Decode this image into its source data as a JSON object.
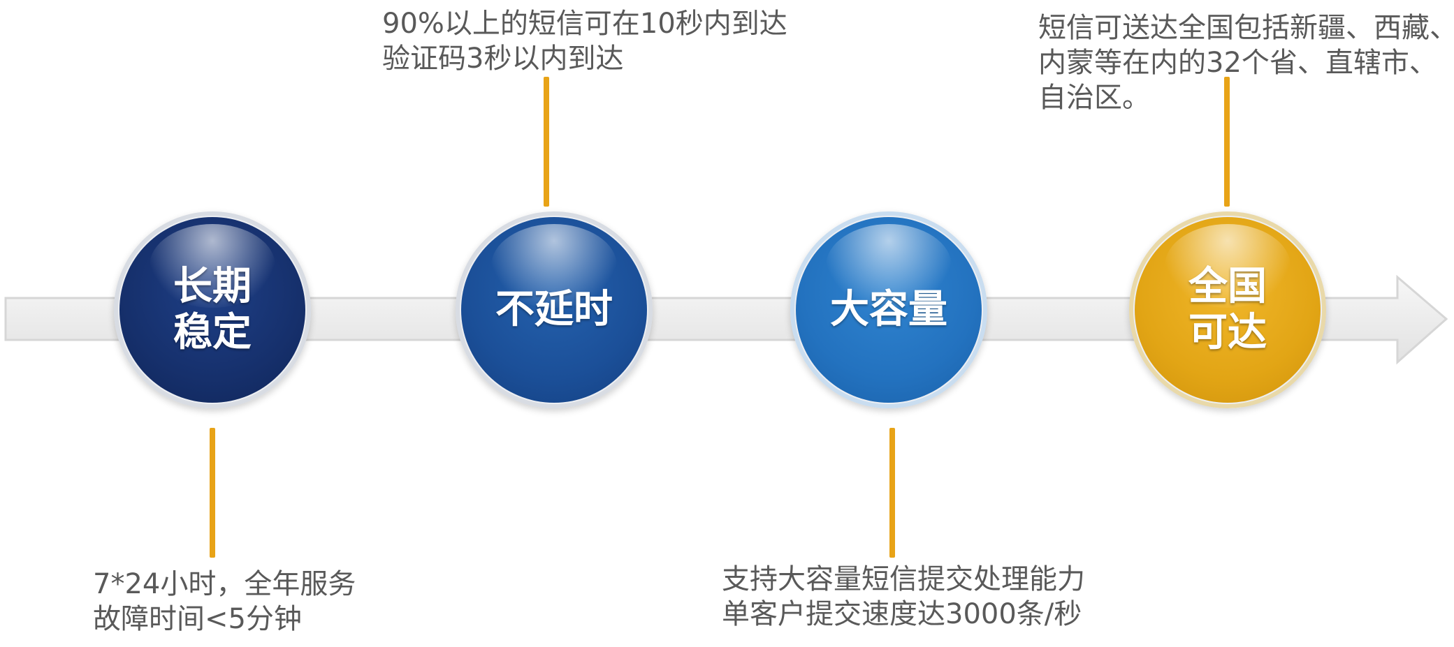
{
  "arrow": {
    "fill": "#eeeeee",
    "stroke": "#d9d9d9"
  },
  "accent_color": "#e8a317",
  "milestones": [
    {
      "title_lines": [
        "长期",
        "稳定"
      ],
      "color": "#16306c",
      "description": [
        "7*24小时，全年服务",
        "故障时间<5分钟"
      ]
    },
    {
      "title_lines": [
        "不延时"
      ],
      "color": "#1b4f98",
      "description": [
        "90%以上的短信可在10秒内到达",
        "验证码3秒以内到达"
      ]
    },
    {
      "title_lines": [
        "大容量"
      ],
      "color": "#2372bf",
      "description": [
        "支持大容量短信提交处理能力",
        "单客户提交速度达3000条/秒"
      ]
    },
    {
      "title_lines": [
        "全国",
        "可达"
      ],
      "color": "#e2a515",
      "description": [
        "短信可送达全国包括新疆、西藏、",
        "内蒙等在内的32个省、直辖市、",
        "自治区。"
      ]
    }
  ]
}
